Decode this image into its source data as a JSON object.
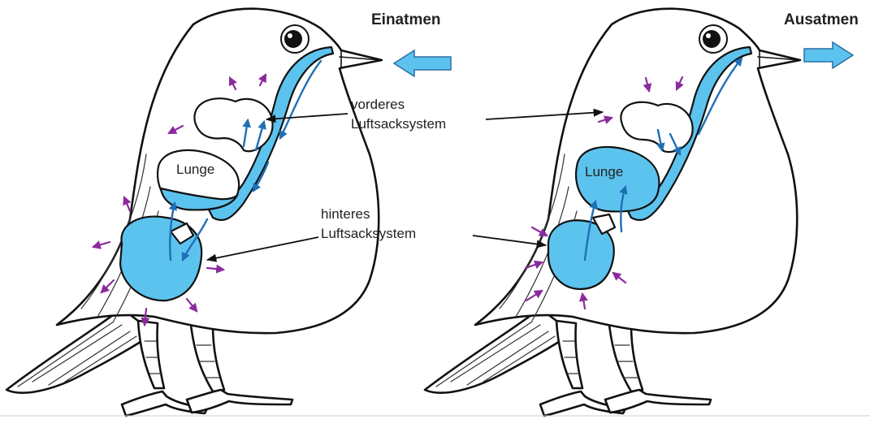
{
  "panels": [
    {
      "id": "inhale",
      "title": "Einatmen",
      "lung_label": "Lunge"
    },
    {
      "id": "exhale",
      "title": "Ausatmen",
      "lung_label": "Lunge"
    }
  ],
  "labels": {
    "front_sac": [
      "vorderes",
      "Luftsacksystem"
    ],
    "rear_sac": [
      "hinteres",
      "Luftsacksystem"
    ]
  },
  "colors": {
    "air": "#5cc3ee",
    "flow_arrow": "#1f6fb5",
    "body_movement_arrow": "#8b2a9e",
    "outline": "#111111"
  }
}
